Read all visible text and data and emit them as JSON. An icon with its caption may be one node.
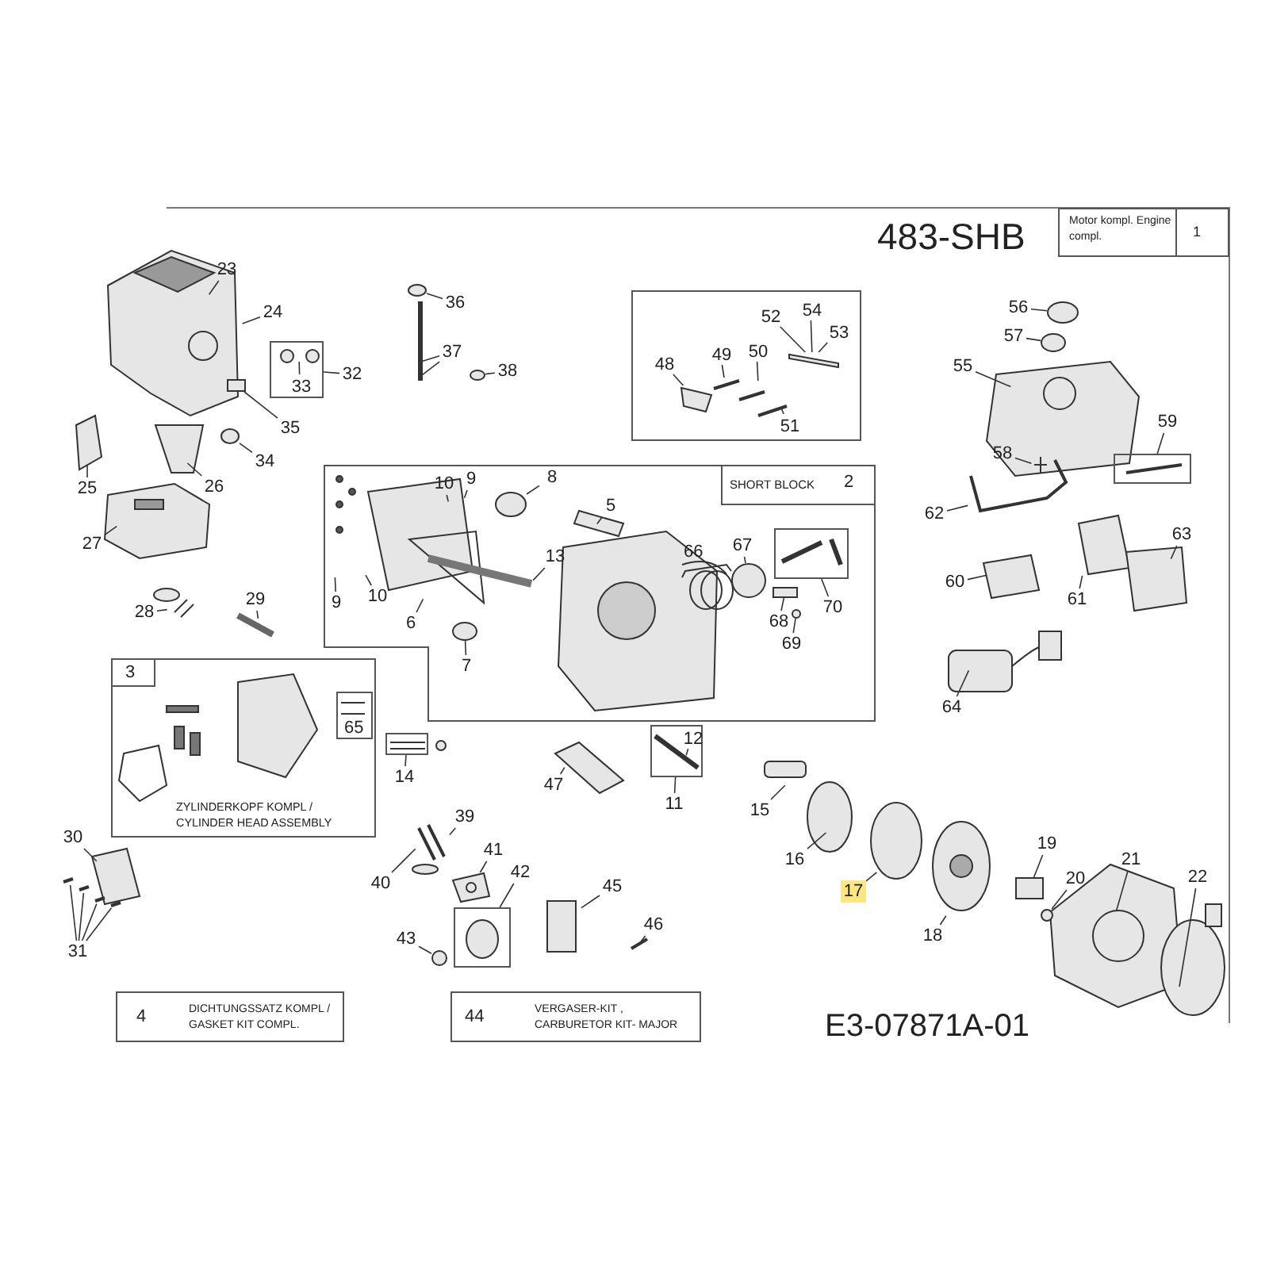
{
  "diagram": {
    "title": "483-SHB",
    "nodes": [
      {
        "text": [
          "Motor kompl. Engine compl.",
          "1"
        ]
      },
      {
        "text": [
          "SHORT BLOCK",
          "2"
        ]
      },
      {
        "text": [
          "3",
          "ZYLINDERKOPF KOMPL / CYLINDER HEAD ASSEMBLY"
        ]
      },
      {
        "text": [
          "4",
          "DICHTUNGSSATZ KOMPL / GASKET KIT COMPL."
        ]
      },
      {
        "text": [
          "44",
          "VERGASER-KIT , CARBURETOR KIT- MAJOR"
        ]
      },
      {
        "text": [],
        "shape": "box"
      },
      {
        "text": [],
        "shape": "box"
      },
      {
        "text": [],
        "shape": "box",
        "in": 1
      },
      {
        "text": [],
        "shape": "box"
      },
      {
        "text": [],
        "shape": "box"
      },
      {
        "text": [],
        "shape": "box"
      },
      {
        "text": [],
        "shape": "box"
      },
      {
        "text": [
          "65"
        ],
        "in": 2
      },
      {
        "text": [
          "23"
        ]
      },
      {
        "text": [
          "24"
        ]
      },
      {
        "text": [
          "33"
        ],
        "in": 6
      },
      {
        "text": [
          "32"
        ]
      },
      {
        "text": [
          "35"
        ]
      },
      {
        "text": [
          "34"
        ]
      },
      {
        "text": [
          "25"
        ]
      },
      {
        "text": [
          "26"
        ]
      },
      {
        "text": [
          "27"
        ]
      },
      {
        "text": [
          "28"
        ]
      },
      {
        "text": [
          "29"
        ]
      },
      {
        "text": [
          "36"
        ]
      },
      {
        "text": [
          "37"
        ]
      },
      {
        "text": [
          "38"
        ]
      },
      {
        "text": [
          "48"
        ],
        "in": 5
      },
      {
        "text": [
          "49"
        ],
        "in": 5
      },
      {
        "text": [
          "50"
        ],
        "in": 5
      },
      {
        "text": [
          "52"
        ],
        "in": 5
      },
      {
        "text": [
          "54"
        ],
        "in": 5
      },
      {
        "text": [
          "53"
        ],
        "in": 5
      },
      {
        "text": [
          "51"
        ],
        "in": 5
      },
      {
        "text": [
          "56"
        ]
      },
      {
        "text": [
          "57"
        ]
      },
      {
        "text": [
          "55"
        ]
      },
      {
        "text": [
          "58"
        ]
      },
      {
        "text": [
          "59"
        ]
      },
      {
        "text": [
          "62"
        ]
      },
      {
        "text": [
          "60"
        ]
      },
      {
        "text": [
          "61"
        ]
      },
      {
        "text": [
          "63"
        ]
      },
      {
        "text": [
          "64"
        ]
      },
      {
        "text": [
          "10"
        ],
        "in": 1
      },
      {
        "text": [
          "9"
        ],
        "in": 1
      },
      {
        "text": [
          "8"
        ],
        "in": 1
      },
      {
        "text": [
          "5"
        ],
        "in": 1
      },
      {
        "text": [
          "13"
        ],
        "in": 1
      },
      {
        "text": [
          "9"
        ],
        "in": 1
      },
      {
        "text": [
          "10"
        ],
        "in": 1
      },
      {
        "text": [
          "6"
        ],
        "in": 1
      },
      {
        "text": [
          "7"
        ],
        "in": 1
      },
      {
        "text": [
          "67"
        ],
        "in": 1
      },
      {
        "text": [
          "70"
        ],
        "in": 1
      },
      {
        "text": [
          "68"
        ],
        "in": 1
      },
      {
        "text": [
          "69"
        ],
        "in": 1
      },
      {
        "text": [
          "14"
        ]
      },
      {
        "text": [
          "47"
        ]
      },
      {
        "text": [
          "12"
        ],
        "in": 10
      },
      {
        "text": [
          "11"
        ]
      },
      {
        "text": [
          "15"
        ]
      },
      {
        "text": [
          "16"
        ]
      },
      {
        "text": [
          "17"
        ]
      },
      {
        "text": [
          "18"
        ]
      },
      {
        "text": [
          "19"
        ]
      },
      {
        "text": [
          "20"
        ]
      },
      {
        "text": [
          "21"
        ]
      },
      {
        "text": [
          "22"
        ]
      },
      {
        "text": [
          "30"
        ]
      },
      {
        "text": [
          "31"
        ]
      },
      {
        "text": [
          "39"
        ]
      },
      {
        "text": [
          "40"
        ]
      },
      {
        "text": [
          "41"
        ]
      },
      {
        "text": [
          "42"
        ]
      },
      {
        "text": [
          "43"
        ]
      },
      {
        "text": [
          "45"
        ]
      },
      {
        "text": [
          "46"
        ]
      },
      {
        "text": [],
        "shape": "picture",
        "in": 6
      },
      {
        "text": [],
        "shape": "box"
      },
      {
        "text": [],
        "shape": "circle"
      },
      {
        "text": [],
        "shape": "circle"
      },
      {
        "text": [],
        "shape": "circle"
      },
      {
        "text": [],
        "shape": "picture",
        "in": 5
      },
      {
        "text": [],
        "shape": "bar",
        "in": 5
      },
      {
        "text": [],
        "shape": "circle"
      },
      {
        "text": [],
        "shape": "circle"
      },
      {
        "text": [],
        "shape": "circle",
        "in": 1
      },
      {
        "text": [],
        "shape": "circle",
        "in": 1
      },
      {
        "text": [],
        "shape": "circle",
        "in": 1
      },
      {
        "text": [],
        "shape": "box",
        "in": 1
      },
      {
        "text": [],
        "shape": "circle",
        "in": 1
      },
      {
        "text": [],
        "shape": "box"
      },
      {
        "text": [],
        "shape": "circle"
      },
      {
        "text": [],
        "shape": "picture"
      },
      {
        "text": [],
        "shape": "circle"
      }
    ],
    "edges": [
      {
        "from": 13,
        "to": null,
        "arrow": "none"
      },
      {
        "from": 14,
        "to": null,
        "arrow": "none"
      },
      {
        "from": 15,
        "to": 78,
        "arrow": "none"
      },
      {
        "from": 16,
        "to": 6,
        "arrow": "none"
      },
      {
        "from": 17,
        "to": 79,
        "arrow": "none"
      },
      {
        "from": 18,
        "to": 80,
        "arrow": "none"
      },
      {
        "from": 19,
        "to": null,
        "arrow": "none"
      },
      {
        "from": 20,
        "to": null,
        "arrow": "none"
      },
      {
        "from": 21,
        "to": null,
        "arrow": "none"
      },
      {
        "from": 22,
        "to": null,
        "arrow": "none"
      },
      {
        "from": 23,
        "to": null,
        "arrow": "none"
      },
      {
        "from": 24,
        "to": 81,
        "arrow": "none"
      },
      {
        "from": 25,
        "to": null,
        "arrow": "none"
      },
      {
        "from": 25,
        "to": null,
        "arrow": "none"
      },
      {
        "from": 26,
        "to": 82,
        "arrow": "none"
      },
      {
        "from": 27,
        "to": 83,
        "arrow": "none"
      },
      {
        "from": 28,
        "to": null,
        "arrow": "none"
      },
      {
        "from": 29,
        "to": null,
        "arrow": "none"
      },
      {
        "from": 30,
        "to": 84,
        "arrow": "none"
      },
      {
        "from": 31,
        "to": 84,
        "arrow": "none"
      },
      {
        "from": 32,
        "to": 84,
        "arrow": "none"
      },
      {
        "from": 33,
        "to": null,
        "arrow": "none"
      },
      {
        "from": 34,
        "to": 85,
        "arrow": "none"
      },
      {
        "from": 35,
        "to": 86,
        "arrow": "none"
      },
      {
        "from": 36,
        "to": null,
        "arrow": "none"
      },
      {
        "from": 37,
        "to": null,
        "arrow": "none"
      },
      {
        "from": 38,
        "to": 8,
        "arrow": "none"
      },
      {
        "from": 39,
        "to": null,
        "arrow": "none"
      },
      {
        "from": 40,
        "to": null,
        "arrow": "none"
      },
      {
        "from": 41,
        "to": null,
        "arrow": "none"
      },
      {
        "from": 42,
        "to": null,
        "arrow": "none"
      },
      {
        "from": 43,
        "to": null,
        "arrow": "none"
      },
      {
        "from": 44,
        "to": null,
        "arrow": "none"
      },
      {
        "from": 45,
        "to": null,
        "arrow": "none"
      },
      {
        "from": 46,
        "to": 87,
        "arrow": "none"
      },
      {
        "from": 47,
        "to": null,
        "arrow": "none"
      },
      {
        "from": 48,
        "to": null,
        "arrow": "none"
      },
      {
        "from": 49,
        "to": null,
        "arrow": "none"
      },
      {
        "from": 50,
        "to": null,
        "arrow": "none"
      },
      {
        "from": 51,
        "to": null,
        "arrow": "none"
      },
      {
        "from": 52,
        "to": 88,
        "arrow": "none"
      },
      {
        "from": 53,
        "to": 89,
        "arrow": "none"
      },
      {
        "from": 54,
        "to": 7,
        "arrow": "none"
      },
      {
        "from": 55,
        "to": 90,
        "arrow": "none"
      },
      {
        "from": 56,
        "to": 91,
        "arrow": "none"
      },
      {
        "from": 57,
        "to": 11,
        "arrow": "none"
      },
      {
        "from": 58,
        "to": null,
        "arrow": "none"
      },
      {
        "from": 59,
        "to": null,
        "arrow": "none"
      },
      {
        "from": 60,
        "to": 10,
        "arrow": "none"
      },
      {
        "from": 61,
        "to": null,
        "arrow": "none"
      },
      {
        "from": 62,
        "to": null,
        "arrow": "none"
      },
      {
        "from": 63,
        "to": null,
        "arrow": "none"
      },
      {
        "from": 64,
        "to": null,
        "arrow": "none"
      },
      {
        "from": 65,
        "to": 92,
        "arrow": "none"
      },
      {
        "from": 66,
        "to": 93,
        "arrow": "none"
      },
      {
        "from": 67,
        "to": null,
        "arrow": "none"
      },
      {
        "from": 68,
        "to": null,
        "arrow": "none"
      },
      {
        "from": 69,
        "to": null,
        "arrow": "none"
      },
      {
        "from": 70,
        "to": null,
        "arrow": "none"
      },
      {
        "from": 70,
        "to": null,
        "arrow": "none"
      },
      {
        "from": 70,
        "to": null,
        "arrow": "none"
      },
      {
        "from": 70,
        "to": null,
        "arrow": "none"
      },
      {
        "from": 71,
        "to": null,
        "arrow": "none"
      },
      {
        "from": 72,
        "to": null,
        "arrow": "none"
      },
      {
        "from": 73,
        "to": 94,
        "arrow": "none"
      },
      {
        "from": 74,
        "to": 9,
        "arrow": "none"
      },
      {
        "from": 75,
        "to": 95,
        "arrow": "none"
      },
      {
        "from": 76,
        "to": null,
        "arrow": "none"
      },
      {
        "from": 77,
        "to": null,
        "arrow": "none"
      }
    ],
    "labels": [
      "66",
      "E3-07871A-01"
    ]
  }
}
